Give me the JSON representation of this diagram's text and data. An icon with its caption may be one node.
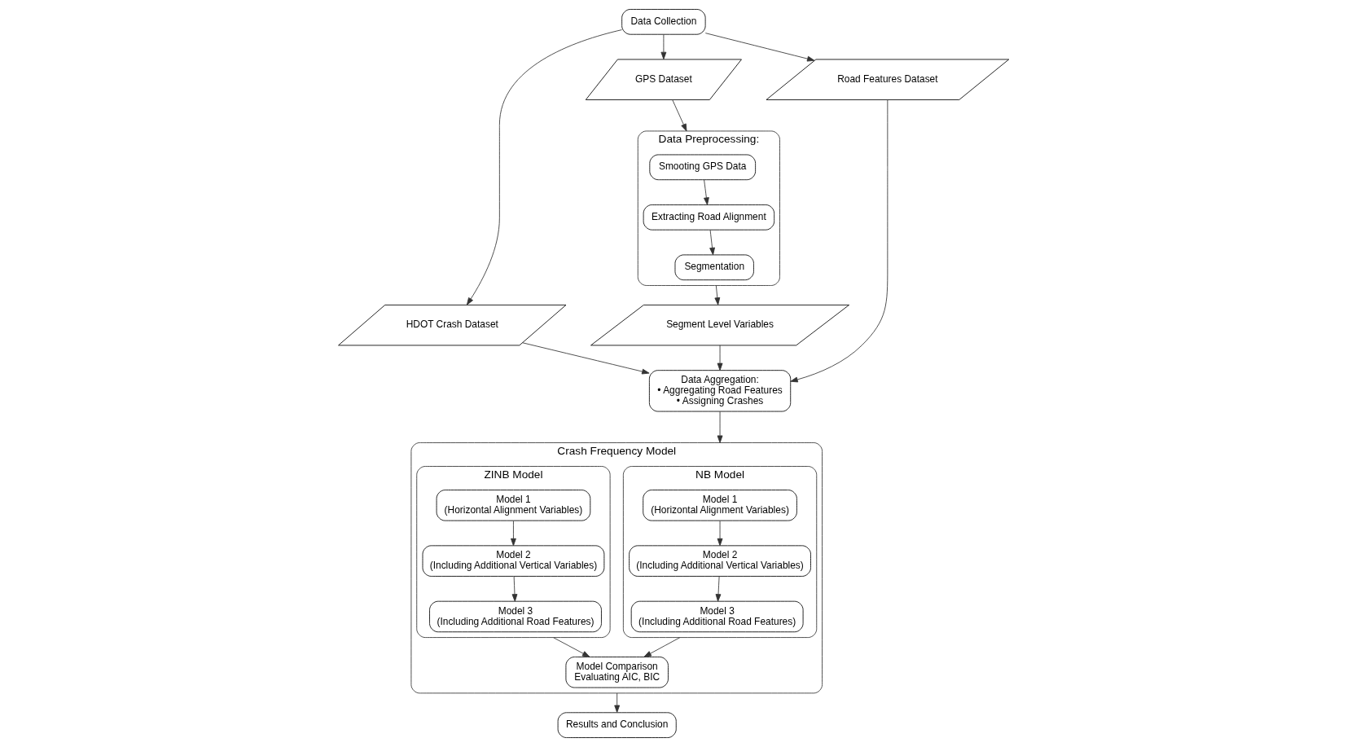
{
  "diagram": {
    "nodes": [
      {
        "text": [
          "Data Collection"
        ]
      },
      {
        "text": [
          "HDOT Crash Dataset"
        ]
      },
      {
        "text": [
          "GPS Dataset"
        ]
      },
      {
        "text": [
          "Road Features Dataset"
        ]
      },
      {
        "text": [
          "Data Preprocessing:"
        ]
      },
      {
        "text": [
          "Smooting GPS Data"
        ],
        "in": 4
      },
      {
        "text": [
          "Extracting Road Alignment"
        ],
        "in": 4
      },
      {
        "text": [
          "Segmentation"
        ],
        "in": 4
      },
      {
        "text": [
          "Segment Level Variables"
        ]
      },
      {
        "text": [
          "Data Aggregation:",
          "• Aggregating Road Features",
          "• Assigning Crashes"
        ]
      },
      {
        "text": [
          "Crash Frequency Model"
        ]
      },
      {
        "text": [
          "NB Model"
        ],
        "in": 10
      },
      {
        "text": [
          "Model 1",
          "(Horizontal Alignment Variables)"
        ],
        "in": 11
      },
      {
        "text": [
          "Model 2",
          "(Including Additional Vertical Variables)"
        ],
        "in": 11
      },
      {
        "text": [
          "Model 3",
          "(Including Additional Road Features)"
        ],
        "in": 11
      },
      {
        "text": [
          "ZINB Model"
        ],
        "in": 10
      },
      {
        "text": [
          "Model 1",
          "(Horizontal Alignment Variables)"
        ],
        "in": 15
      },
      {
        "text": [
          "Model 2",
          "(Including Additional Vertical Variables)"
        ],
        "in": 15
      },
      {
        "text": [
          "Model 3",
          "(Including Additional Road Features)"
        ],
        "in": 15
      },
      {
        "text": [
          "Model Comparison",
          "Evaluating AIC, BIC"
        ],
        "in": 10
      },
      {
        "text": [
          "Results and Conclusion"
        ]
      }
    ],
    "edges": [
      {
        "from": 0,
        "to": 1,
        "arrow": "to"
      },
      {
        "from": 0,
        "to": 2,
        "arrow": "to"
      },
      {
        "from": 0,
        "to": 3,
        "arrow": "to"
      },
      {
        "from": 2,
        "to": 4,
        "arrow": "to"
      },
      {
        "from": 5,
        "to": 6,
        "arrow": "to"
      },
      {
        "from": 6,
        "to": 7,
        "arrow": "to"
      },
      {
        "from": 4,
        "to": 8,
        "arrow": "to"
      },
      {
        "from": 8,
        "to": 9,
        "arrow": "to"
      },
      {
        "from": 1,
        "to": 9,
        "arrow": "to"
      },
      {
        "from": 3,
        "to": 9,
        "arrow": "to"
      },
      {
        "from": 9,
        "to": 10,
        "arrow": "to"
      },
      {
        "from": 12,
        "to": 13,
        "arrow": "to"
      },
      {
        "from": 13,
        "to": 14,
        "arrow": "to"
      },
      {
        "from": 16,
        "to": 17,
        "arrow": "to"
      },
      {
        "from": 17,
        "to": 18,
        "arrow": "to"
      },
      {
        "from": 11,
        "to": 19,
        "arrow": "to"
      },
      {
        "from": 15,
        "to": 19,
        "arrow": "to"
      },
      {
        "from": 10,
        "to": 20,
        "arrow": "to"
      }
    ]
  }
}
